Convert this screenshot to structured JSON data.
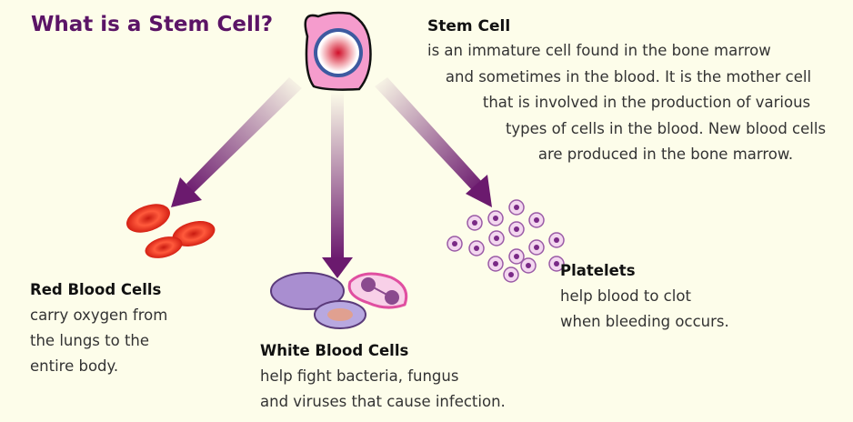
{
  "title": "What is a Stem Cell?",
  "stem_cell": {
    "heading": "Stem Cell",
    "lines": [
      "is an immature cell found in the bone marrow",
      "and sometimes in the blood. It is the mother cell",
      "that is involved in the production of various",
      "types of cells in the blood. New blood cells",
      "are produced in the bone marrow."
    ]
  },
  "red": {
    "heading": "Red Blood Cells",
    "lines": [
      "carry oxygen from",
      "the lungs to the",
      "entire body."
    ]
  },
  "white": {
    "heading": "White Blood Cells",
    "lines": [
      "help fight bacteria, fungus",
      "and viruses that cause infection."
    ]
  },
  "platelets": {
    "heading": "Platelets",
    "lines": [
      "help blood to clot",
      "when bleeding occurs."
    ]
  },
  "colors": {
    "title": "#5b1466",
    "arrow": "#6b1a6e",
    "background": "#fdfdea"
  }
}
